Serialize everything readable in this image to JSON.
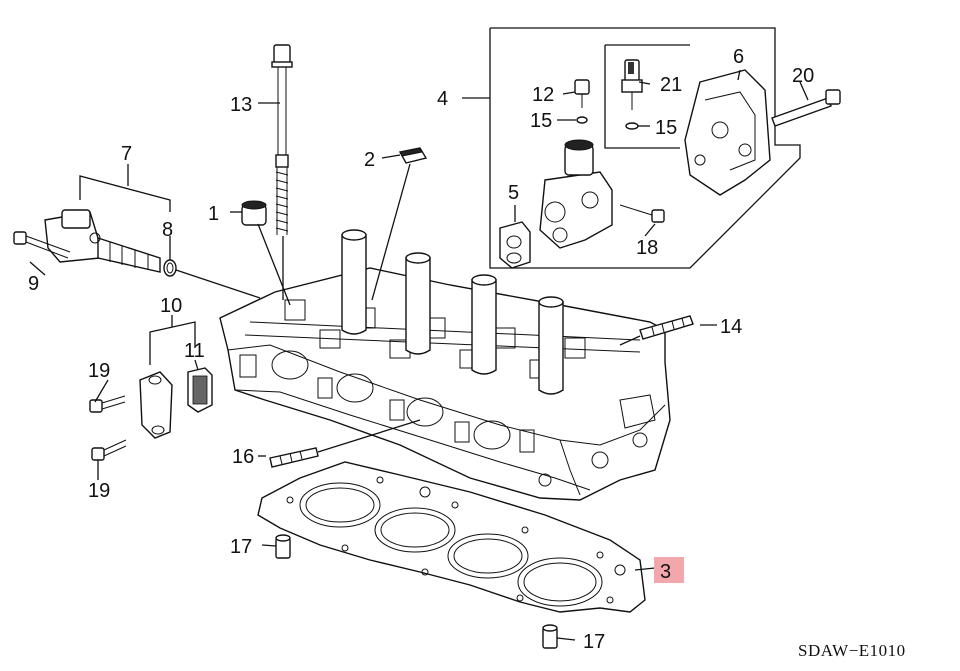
{
  "diagram_code": "SDAW−E1010",
  "highlight_color": "#f2a7ad",
  "callouts": {
    "c1": "1",
    "c2": "2",
    "c3": "3",
    "c4": "4",
    "c5": "5",
    "c6": "6",
    "c7": "7",
    "c8": "8",
    "c9": "9",
    "c10": "10",
    "c11": "11",
    "c12": "12",
    "c13": "13",
    "c14": "14",
    "c15a": "15",
    "c15b": "15",
    "c16": "16",
    "c17a": "17",
    "c17b": "17",
    "c18": "18",
    "c19a": "19",
    "c19b": "19",
    "c20": "20",
    "c21": "21"
  }
}
